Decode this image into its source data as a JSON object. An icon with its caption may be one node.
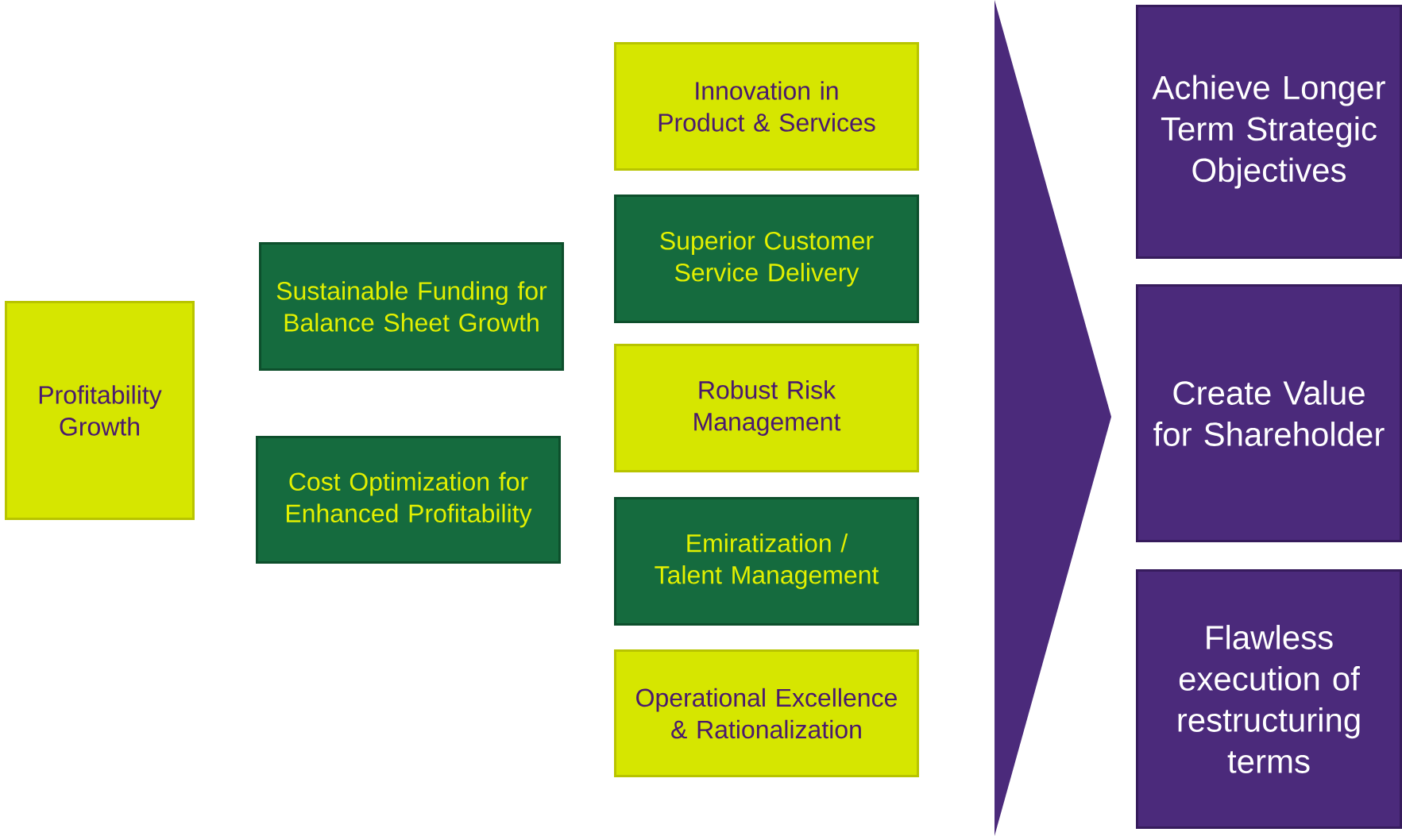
{
  "diagram": {
    "nodes": [
      {
        "text": [
          "Profitability Growth"
        ]
      },
      {
        "text": [
          "Sustainable Funding for Balance Sheet Growth"
        ]
      },
      {
        "text": [
          "Cost Optimization for Enhanced Profitability"
        ]
      },
      {
        "text": [
          "Innovation in Product & Services"
        ]
      },
      {
        "text": [
          "Superior Customer Service Delivery"
        ]
      },
      {
        "text": [
          "Robust Risk Management"
        ]
      },
      {
        "text": [
          "Emiratization / Talent Management"
        ]
      },
      {
        "text": [
          "Operational Excellence & Rationalization"
        ]
      },
      {
        "text": [
          "Achieve Longer Term Strategic Objectives"
        ]
      },
      {
        "text": [
          "Create Value for Shareholder"
        ]
      },
      {
        "text": [
          "Flawless execution of restructuring terms"
        ]
      }
    ]
  }
}
